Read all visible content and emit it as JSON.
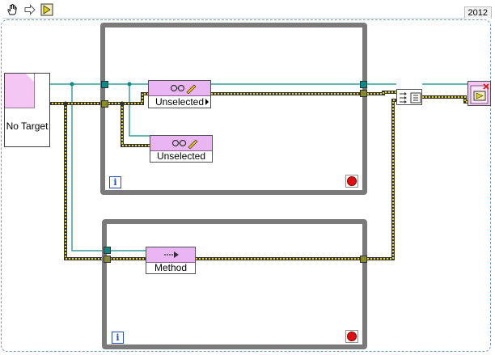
{
  "toolbar": {
    "tools": [
      {
        "icon": "hand-icon"
      },
      {
        "icon": "arrow-right-icon"
      },
      {
        "icon": "run-arrow-icon"
      }
    ],
    "version": "2012"
  },
  "reference_constant": {
    "label": "No Target"
  },
  "loop_top": {
    "iteration_label": "i",
    "nodes": [
      {
        "label": "Unselected"
      },
      {
        "label": "Unselected"
      }
    ]
  },
  "loop_bottom": {
    "iteration_label": "i",
    "invoke_node": {
      "label": "Method"
    }
  },
  "colors": {
    "refnum_wire": "#0b8a8a",
    "error_wire": "#d4cc00",
    "loop_border": "#7a7a7a",
    "node_header": "#e9b5f2"
  }
}
